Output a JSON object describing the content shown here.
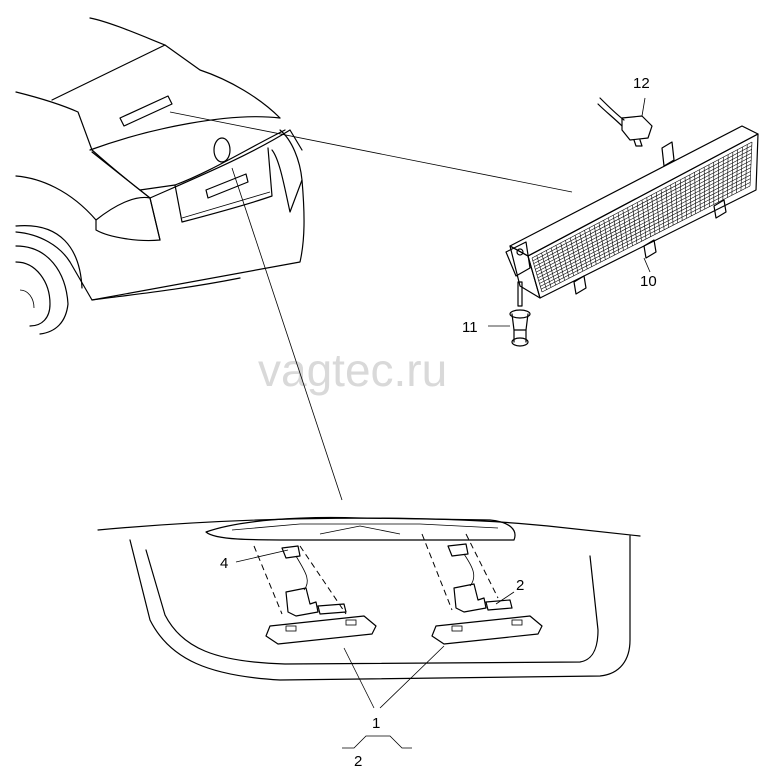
{
  "watermark": "vagtec.ru",
  "callouts": {
    "c1": "1",
    "c2_group": "2",
    "c2_part": "2",
    "c4": "4",
    "c10": "10",
    "c11": "11",
    "c12": "12"
  },
  "icons": [
    "car-rear-view",
    "high-mount-brake-light",
    "connector-plug",
    "mounting-clip",
    "licence-plate-lamp"
  ]
}
